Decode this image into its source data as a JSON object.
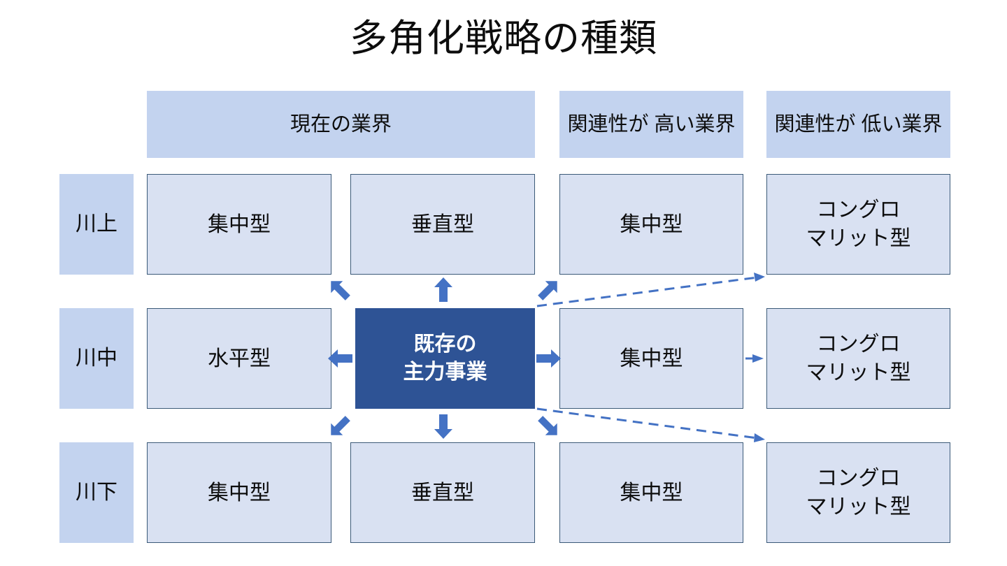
{
  "title": "多角化戦略の種類",
  "colors": {
    "header_fill": "#c3d3ef",
    "cell_fill": "#d9e1f2",
    "cell_border": "#3b5a78",
    "core_fill": "#2e5395",
    "core_text": "#ffffff",
    "arrow": "#4472c4",
    "background": "#ffffff",
    "text": "#0d0d0d"
  },
  "column_headers": [
    {
      "label": "現在の業界"
    },
    {
      "label": "関連性が\n高い業界"
    },
    {
      "label": "関連性が\n低い業界"
    }
  ],
  "row_labels": [
    {
      "label": "川上"
    },
    {
      "label": "川中"
    },
    {
      "label": "川下"
    }
  ],
  "core": {
    "label": "既存の\n主力事業"
  },
  "grid": {
    "rows": [
      {
        "row_label": "川上",
        "cells": [
          {
            "label": "集中型"
          },
          {
            "label": "垂直型"
          },
          {
            "label": "集中型"
          },
          {
            "label": "コングロ\nマリット型"
          }
        ]
      },
      {
        "row_label": "川中",
        "cells": [
          {
            "label": "水平型"
          },
          {
            "label": "既存の\n主力事業"
          },
          {
            "label": "集中型"
          },
          {
            "label": "コングロ\nマリット型"
          }
        ]
      },
      {
        "row_label": "川下",
        "cells": [
          {
            "label": "集中型"
          },
          {
            "label": "垂直型"
          },
          {
            "label": "集中型"
          },
          {
            "label": "コングロ\nマリット型"
          }
        ]
      }
    ]
  },
  "connectors": {
    "solid_arrows": [
      {
        "name": "arrow-up-left",
        "direction": "up-left"
      },
      {
        "name": "arrow-up",
        "direction": "up"
      },
      {
        "name": "arrow-up-right",
        "direction": "up-right"
      },
      {
        "name": "arrow-left",
        "direction": "left"
      },
      {
        "name": "arrow-right",
        "direction": "right"
      },
      {
        "name": "arrow-down-left",
        "direction": "down-left"
      },
      {
        "name": "arrow-down",
        "direction": "down"
      },
      {
        "name": "arrow-down-right",
        "direction": "down-right"
      }
    ],
    "dashed_arrows": [
      {
        "name": "dashed-to-upper-conglomerate",
        "from": "core",
        "to": "川上 コングロマリット型"
      },
      {
        "name": "dashed-to-middle-conglomerate",
        "from": "川中 集中型",
        "to": "川中 コングロマリット型"
      },
      {
        "name": "dashed-to-lower-conglomerate",
        "from": "core",
        "to": "川下 コングロマリット型"
      }
    ]
  }
}
